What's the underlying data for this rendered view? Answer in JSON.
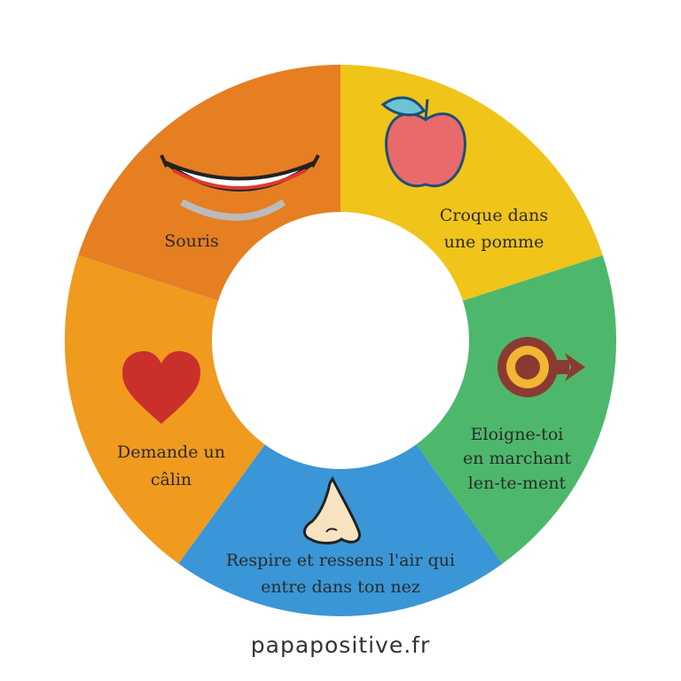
{
  "segments": [
    {
      "key": "souris",
      "color": "#E67E22",
      "lines": [
        "Souris"
      ],
      "icon": "smile-icon"
    },
    {
      "key": "pomme",
      "color": "#F0C419",
      "lines": [
        "Croque dans",
        "une pomme"
      ],
      "icon": "apple-icon"
    },
    {
      "key": "eloigne",
      "color": "#4DB86B",
      "lines": [
        "Eloigne-toi",
        "en  marchant",
        "len-te-ment"
      ],
      "icon": "target-arrow-icon"
    },
    {
      "key": "respire",
      "color": "#3A96D6",
      "lines": [
        "Respire et ressens l'air qui",
        "entre dans ton nez"
      ],
      "icon": "nose-icon"
    },
    {
      "key": "calin",
      "color": "#F09A1E",
      "lines": [
        "Demande un",
        "câlin"
      ],
      "icon": "heart-icon"
    }
  ],
  "footer": "papapositive.fr"
}
